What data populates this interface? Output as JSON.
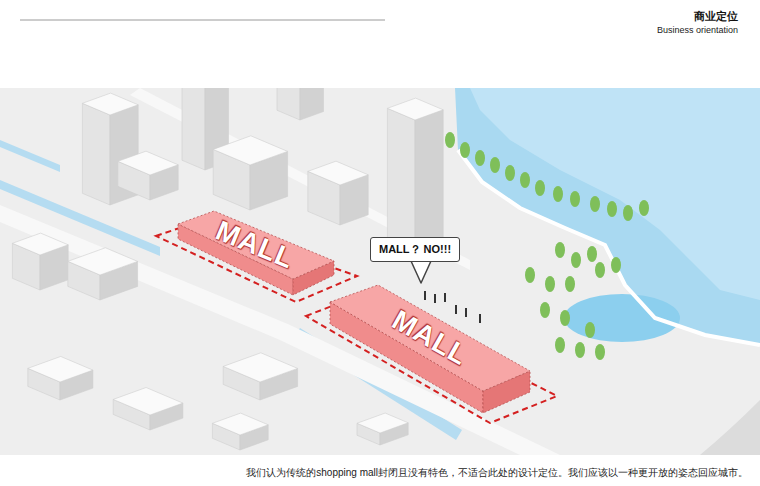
{
  "diagram": {
    "title": "商业定位",
    "caption": "我们认为传统的shopping mall封闭且没有特色，不适合此处的设计定位。我们应该以一种更开放的姿态回应城市。",
    "nodes": [
      {
        "text": [
          "MALL"
        ]
      },
      {
        "text": [
          "MALL？ NO!!!"
        ]
      },
      {
        "text": [
          "MALL"
        ]
      }
    ],
    "labels": [
      "Business orientation"
    ]
  }
}
